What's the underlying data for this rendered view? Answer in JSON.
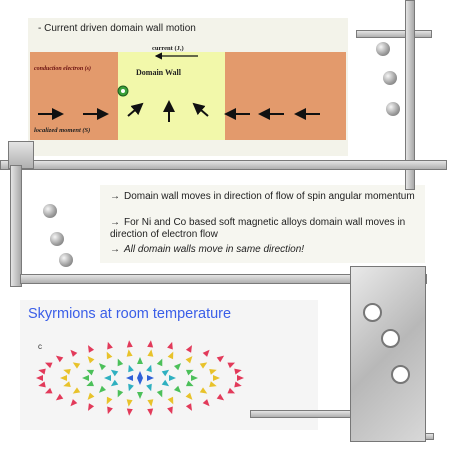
{
  "top_slide": {
    "title": "- Current driven domain wall motion",
    "current_label": "current (Jₑ)",
    "domain_wall_label": "Domain Wall",
    "conduction_label": "conduction electron (s)",
    "moment_label": "localized moment (S)"
  },
  "bullets": [
    {
      "symbol": "→",
      "text": "Domain wall moves in direction of flow of spin angular momentum"
    },
    {
      "symbol": "→",
      "text": "For Ni and Co based soft magnetic alloys domain wall moves in direction of electron flow"
    },
    {
      "symbol": "→",
      "text": "All domain walls move in same direction!"
    }
  ],
  "skyrmion": {
    "title": "Skyrmions at room temperature",
    "panel_letter": "c"
  },
  "colors": {
    "band": "#e39a6c",
    "domain_wall": "#f2f8aa",
    "skyrmion_title": "#3a5ee8"
  }
}
